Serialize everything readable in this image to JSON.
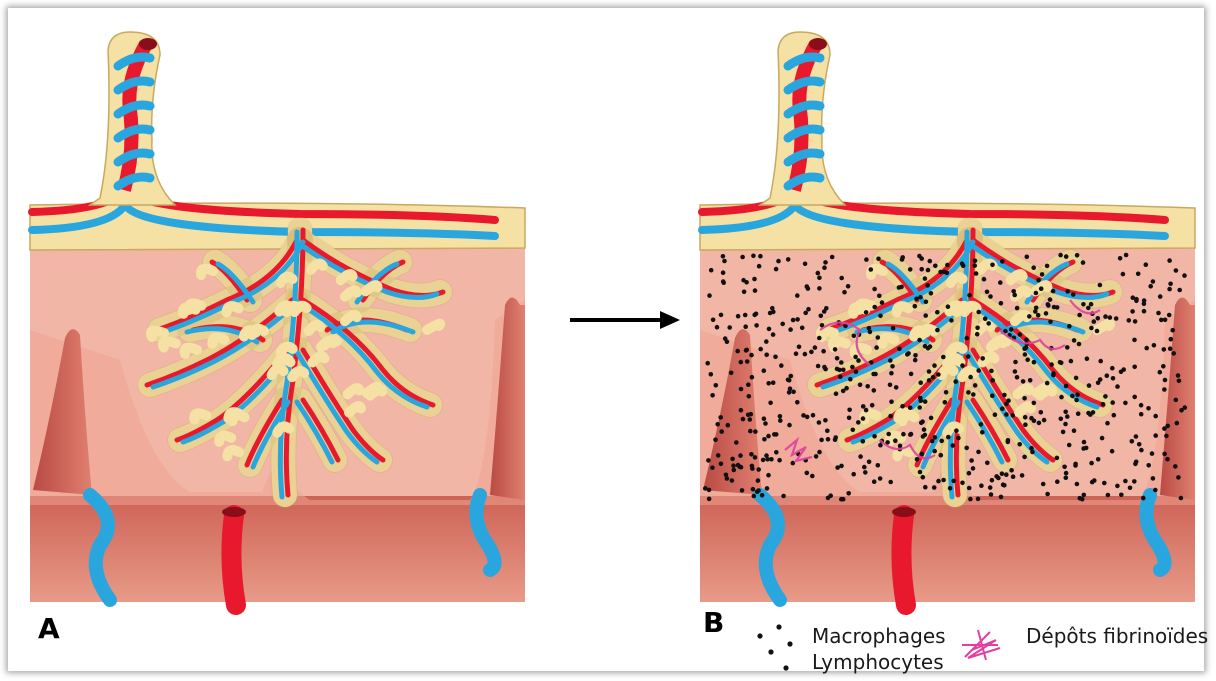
{
  "panels": [
    {
      "label": "A",
      "inflammation": false
    },
    {
      "label": "B",
      "inflammation": true
    }
  ],
  "legend": {
    "cells_line1": "Macrophages",
    "cells_line2": "Lymphocytes",
    "deposits": "Dépôts fibrinoïdes"
  },
  "colors": {
    "artery": "#e8192c",
    "vein": "#2aa6df",
    "stroma": "#f5e1a4",
    "intervillous": "#f2b6a6",
    "decidua": "#d9796a",
    "inflammatory_cells": "#111111",
    "fibrinoid": "#e040a0"
  }
}
